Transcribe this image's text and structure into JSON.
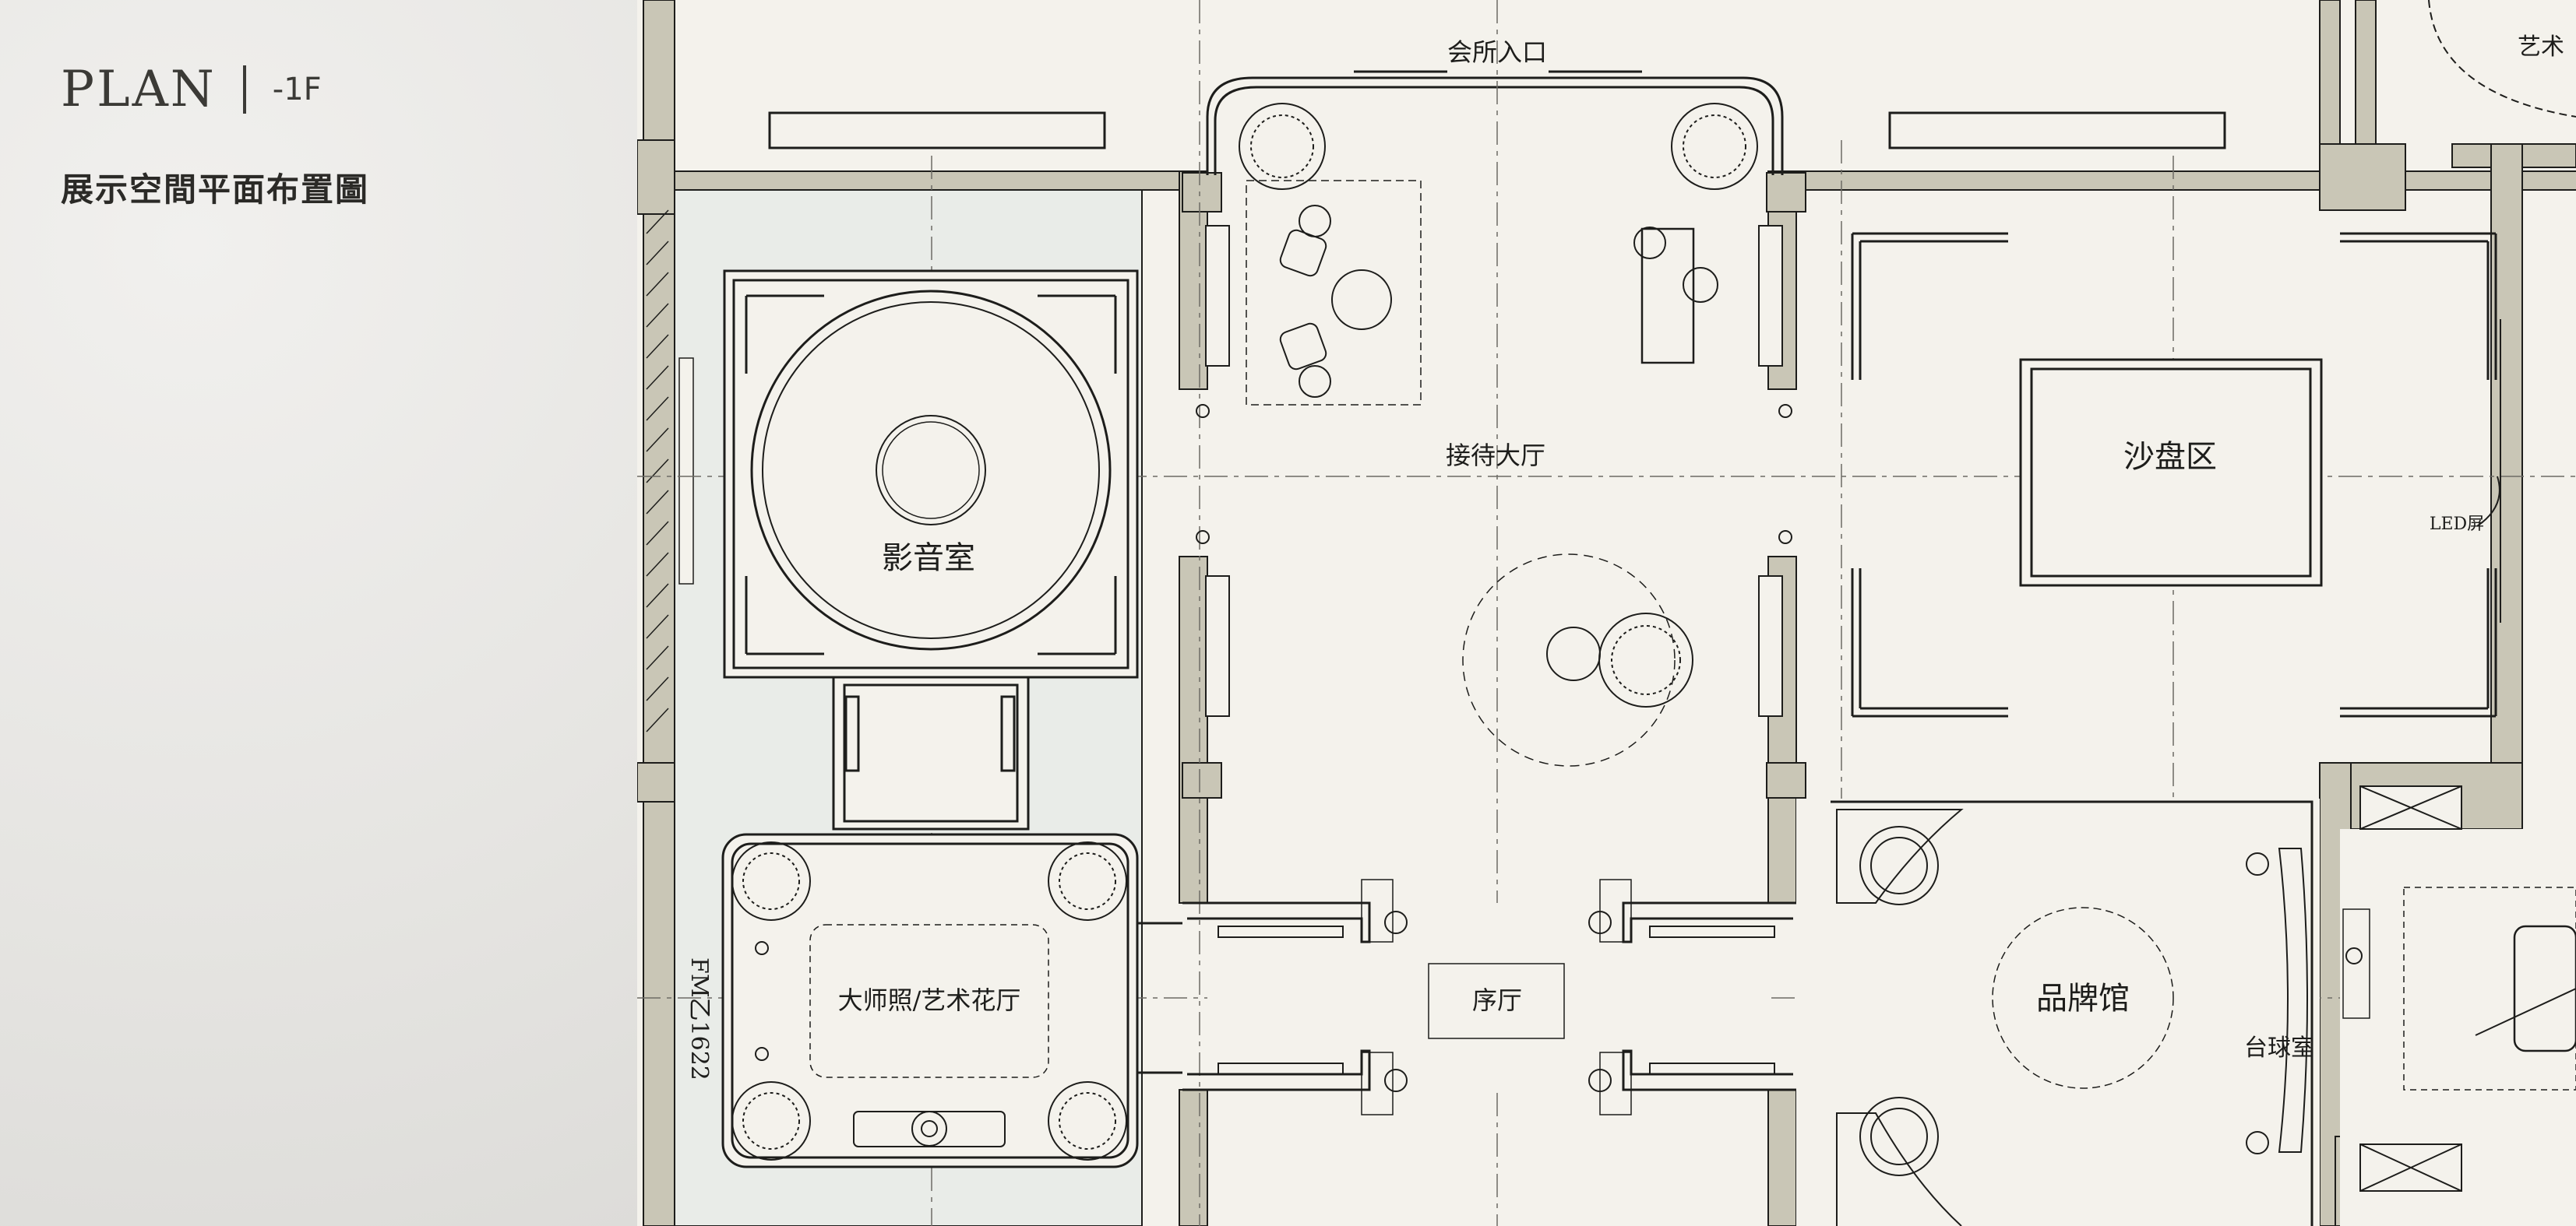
{
  "header": {
    "plan_word": "PLAN",
    "floor_code": "-1F",
    "subtitle": "展示空間平面布置圖"
  },
  "rooms": {
    "entrance": "会所入口",
    "reception": "接待大厅",
    "av_room": "影音室",
    "sand_table": "沙盘区",
    "led_screen": "LED屏",
    "art_hall": "大师照/艺术花厅",
    "foyer": "序厅",
    "brand_hall": "品牌馆",
    "billiards": "台球室",
    "art_corner": "艺术",
    "door_code": "FM乙1622"
  },
  "colors": {
    "paper": "#f4f2ec",
    "wall": "#c9c6b6",
    "line": "#1d1d1b",
    "av_zone": "#e9ece8"
  }
}
